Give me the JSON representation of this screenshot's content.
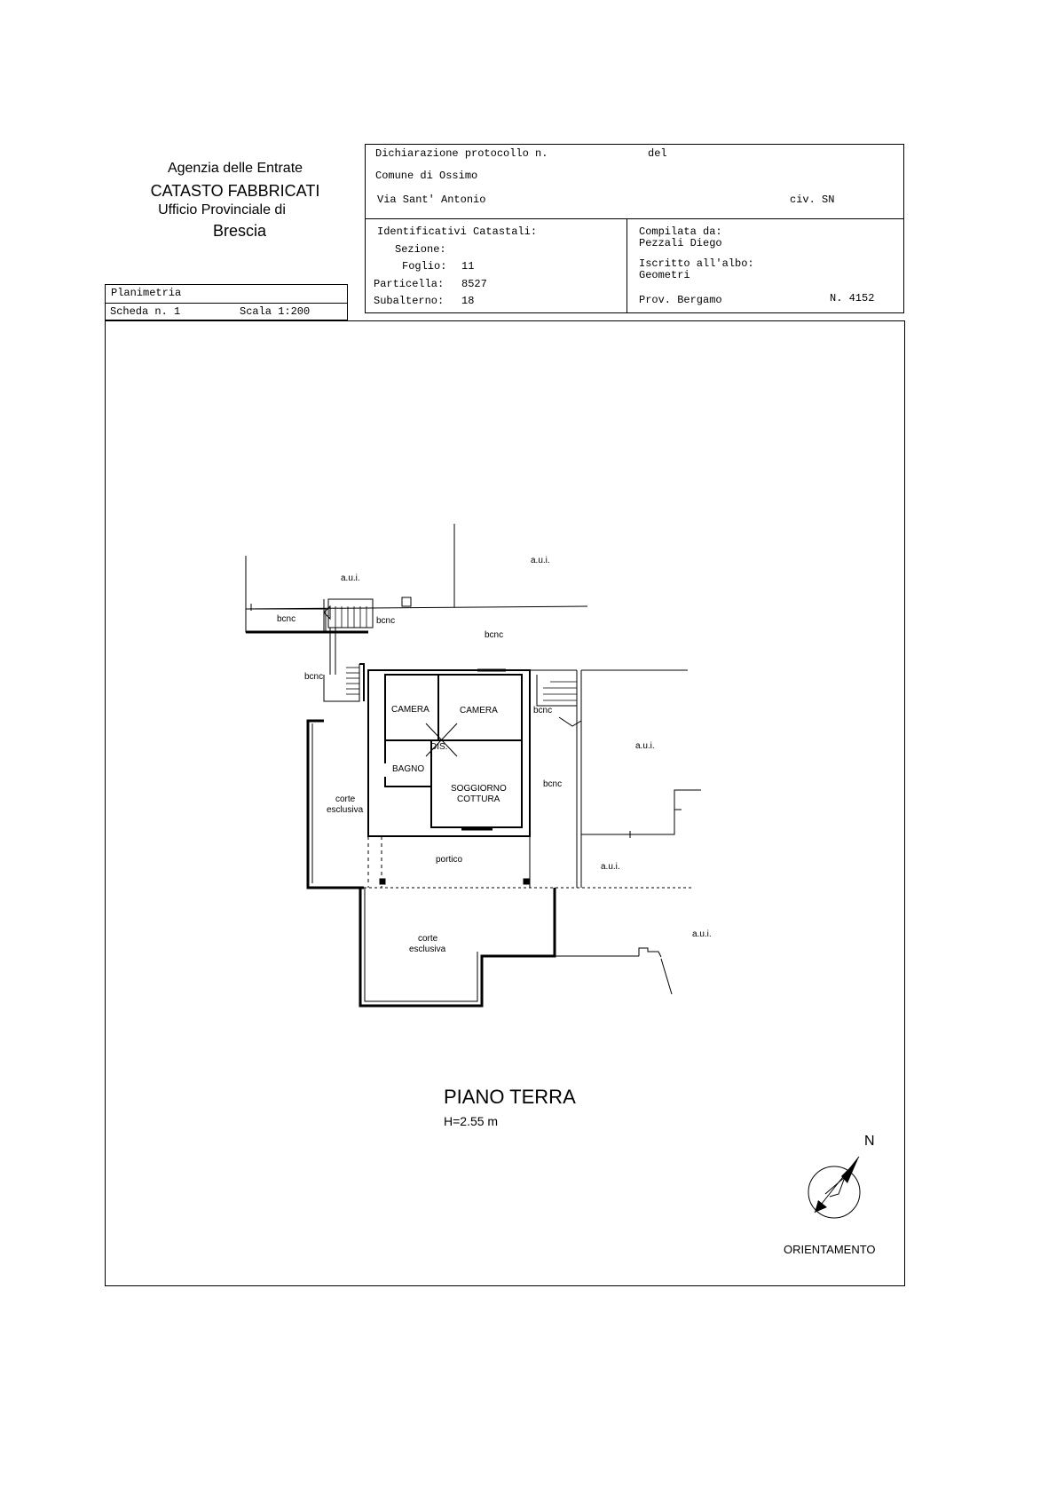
{
  "header": {
    "agency_line1": "Agenzia delle Entrate",
    "agency_line2": "CATASTO FABBRICATI",
    "agency_line3": "Ufficio Provinciale di",
    "agency_line4": "Brescia"
  },
  "declaration": {
    "protocol_label": "Dichiarazione protocollo n.",
    "date_label": "del",
    "comune": "Comune di Ossimo",
    "address": "Via Sant' Antonio",
    "civic": "civ. SN"
  },
  "identifiers": {
    "title": "Identificativi Catastali:",
    "sezione_label": "Sezione:",
    "sezione_value": "",
    "foglio_label": "Foglio:",
    "foglio_value": "11",
    "particella_label": "Particella:",
    "particella_value": "8527",
    "subalterno_label": "Subalterno:",
    "subalterno_value": "18"
  },
  "compiler": {
    "label": "Compilata da:",
    "name": "Pezzali Diego",
    "albo_label": "Iscritto all'albo:",
    "albo_value": "Geometri",
    "province": "Prov. Bergamo",
    "number": "N. 4152"
  },
  "sheet": {
    "type": "Planimetria",
    "scheda": "Scheda n. 1",
    "scale": "Scala 1:200"
  },
  "plan": {
    "labels": {
      "aui_top_left": "a.u.i.",
      "aui_top_right": "a.u.i.",
      "bcnc_left": "bcnc",
      "bcnc_stair": "bcnc",
      "bcnc_center": "bcnc",
      "bcnc_side": "bcnc",
      "bcnc_right_stair": "bcnc",
      "bcnc_corridor": "bcnc",
      "camera_1": "CAMERA",
      "camera_2": "CAMERA",
      "dis": "DIS.",
      "bagno": "BAGNO",
      "soggiorno_1": "SOGGIORNO",
      "soggiorno_2": "COTTURA",
      "corte_1a": "corte",
      "corte_1b": "esclusiva",
      "portico": "portico",
      "aui_right": "a.u.i.",
      "aui_right_lower": "a.u.i.",
      "corte_2a": "corte",
      "corte_2b": "esclusiva",
      "aui_bottom_right": "a.u.i."
    },
    "floor_title": "PIANO TERRA",
    "height": "H=2.55 m"
  },
  "orientation": {
    "north": "N",
    "label": "ORIENTAMENTO"
  }
}
